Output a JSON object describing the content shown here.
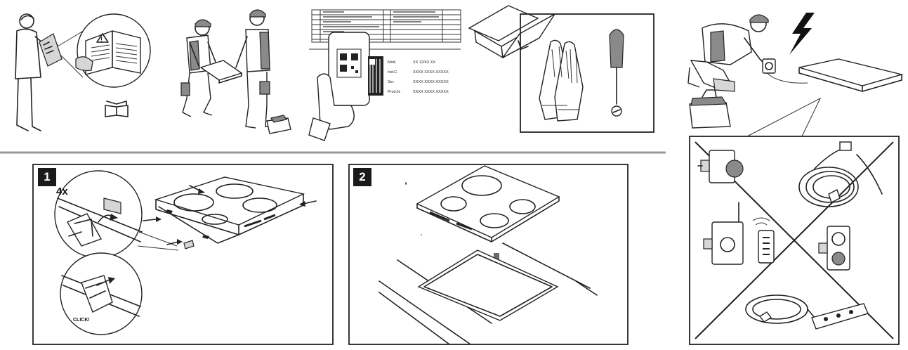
{
  "steps": {
    "step1": {
      "number": "1",
      "count_label": "4x",
      "click_label": "CLICK!"
    },
    "step2": {
      "number": "2"
    }
  },
  "rating_label": {
    "rows": [
      {
        "key": "Mod.",
        "value": "XX 12/4X XX"
      },
      {
        "key": "Ind.C.",
        "value": "XXXX XXXX XXXXX"
      },
      {
        "key": "Ser.",
        "value": "XXXX XXXX XXXXX"
      },
      {
        "key": "Prod.N.",
        "value": "XXXX XXXX XXXXX"
      }
    ]
  },
  "icons": [
    "manual-reader-icon",
    "two-installers-icon",
    "qr-scan-icon",
    "toolbox-gloves-screwdriver-icon",
    "electrician-socket-icon",
    "forbidden-adapters-icon"
  ],
  "colors": {
    "line": "#222222",
    "badge": "#1a1a1a",
    "divider": "#999999"
  }
}
